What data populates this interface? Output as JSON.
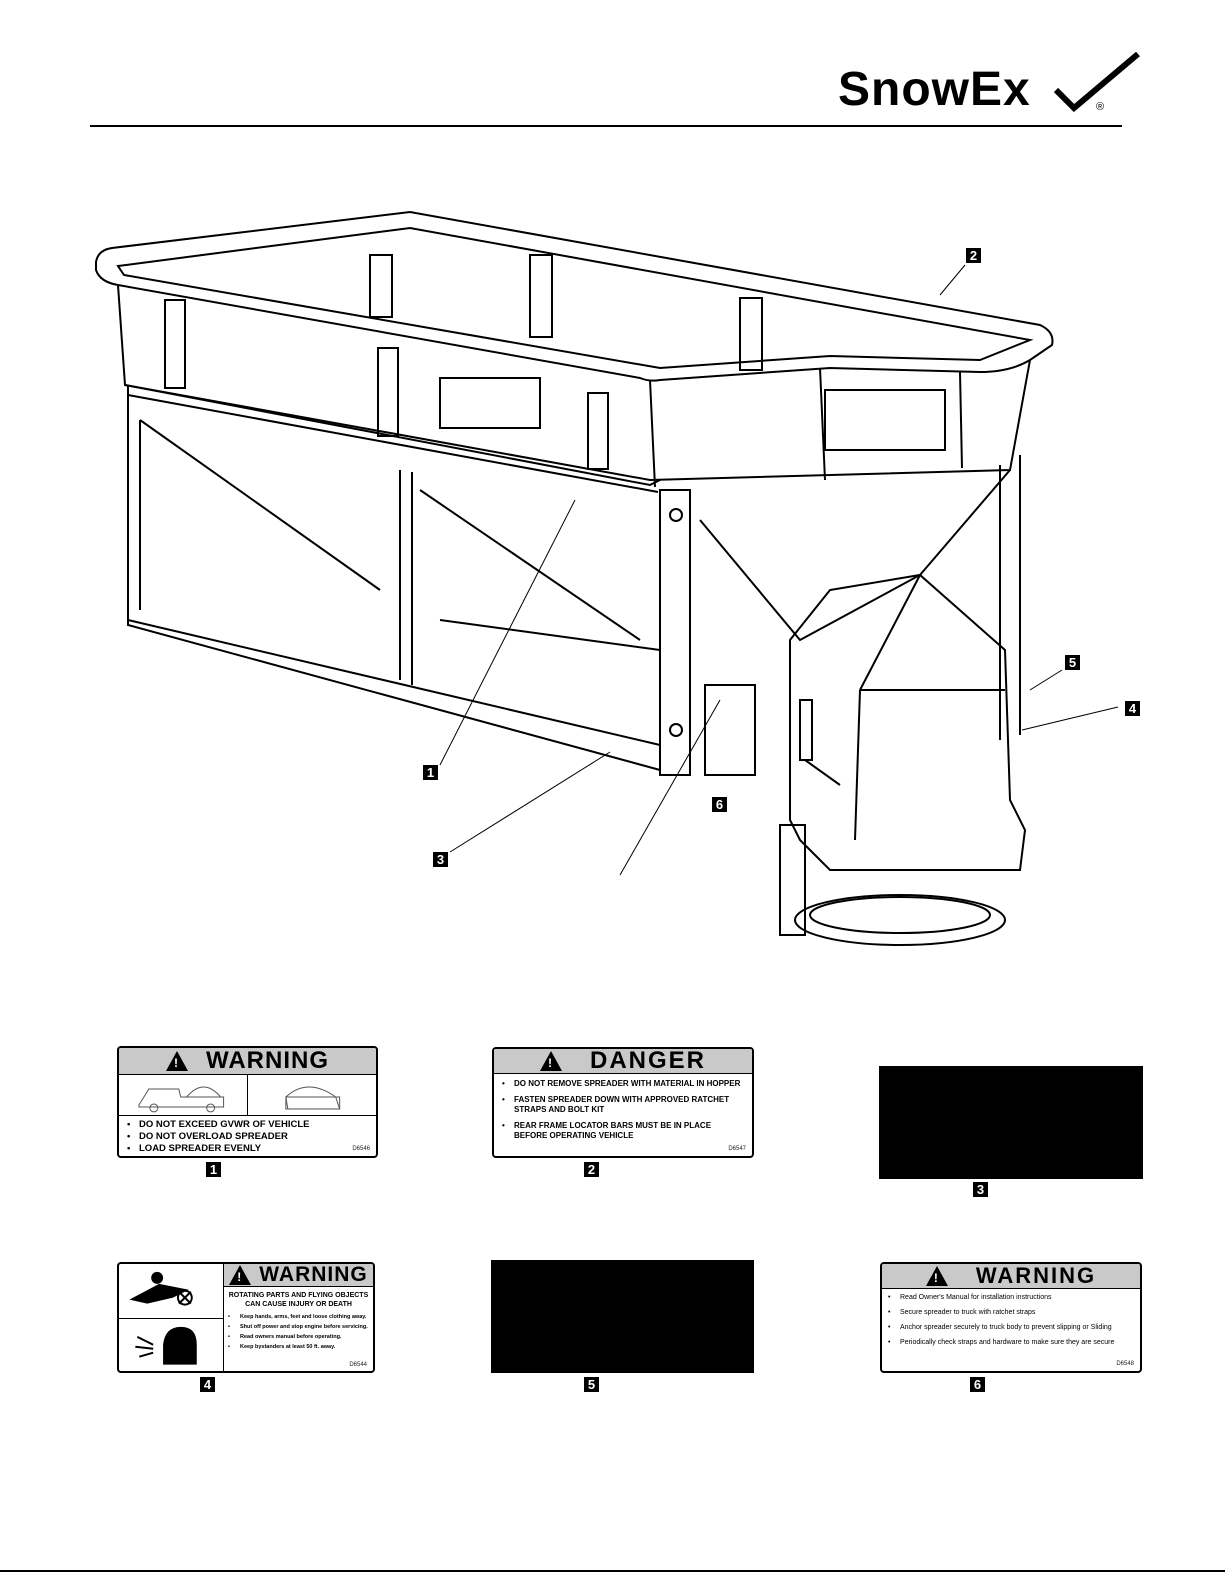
{
  "brand": {
    "name": "SnowEx",
    "registered": "®"
  },
  "callouts": [
    "1",
    "2",
    "3",
    "4",
    "5",
    "6"
  ],
  "decal_1": {
    "heading": "WARNING",
    "lines": [
      "DO NOT EXCEED GVWR OF VEHICLE",
      "DO NOT OVERLOAD SPREADER",
      "LOAD SPREADER EVENLY"
    ],
    "code": "D6546",
    "label": "1"
  },
  "decal_2": {
    "heading": "DANGER",
    "lines": [
      "DO NOT REMOVE SPREADER WITH MATERIAL IN HOPPER",
      "FASTEN SPREADER DOWN WITH APPROVED RATCHET STRAPS AND BOLT KIT",
      "REAR FRAME LOCATOR BARS MUST BE IN PLACE BEFORE OPERATING VEHICLE"
    ],
    "code": "D6547",
    "label": "2"
  },
  "decal_3": {
    "label": "3"
  },
  "decal_4": {
    "heading": "WARNING",
    "subheading": "ROTATING PARTS AND FLYING OBJECTS CAN CAUSE INJURY OR DEATH",
    "lines": [
      "Keep hands, arms, feet and loose clothing away.",
      "Shut off power and stop engine before servicing.",
      "Read owners manual before operating.",
      "Keep bystanders at least 50 ft. away."
    ],
    "code": "D6544",
    "label": "4"
  },
  "decal_5": {
    "label": "5"
  },
  "decal_6": {
    "heading": "WARNING",
    "lines": [
      "Read Owner's Manual for installation instructions",
      "Secure spreader to truck with ratchet straps",
      "Anchor spreader securely to truck body to prevent slipping or Sliding",
      "Periodically check straps and hardware to make sure they are secure"
    ],
    "code": "D6548",
    "label": "6"
  }
}
